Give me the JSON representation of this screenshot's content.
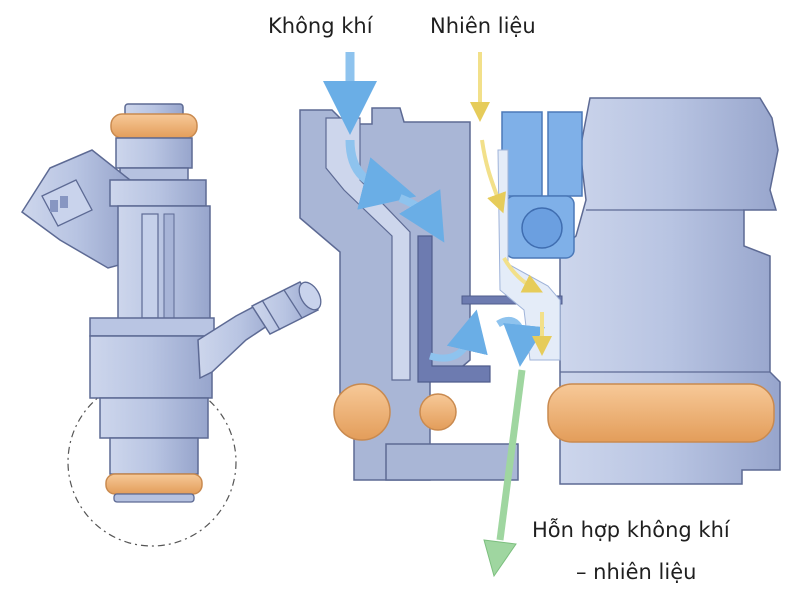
{
  "labels": {
    "air": "Không khí",
    "fuel": "Nhiên liệu",
    "mixture_line1": "Hỗn hợp không khí",
    "mixture_line2": "– nhiên liệu"
  },
  "colors": {
    "body": "#a9b6d6",
    "body_light": "#cdd6ec",
    "body_dark": "#7b89b6",
    "orange": "#f0b27a",
    "orange_dark": "#c98a4f",
    "blue": "#7fb0e8",
    "air_arrow": "#8ec3ee",
    "fuel_arrow": "#f2e08a",
    "mixture_arrow": "#9fd6a0",
    "outline": "#5d6a94"
  }
}
